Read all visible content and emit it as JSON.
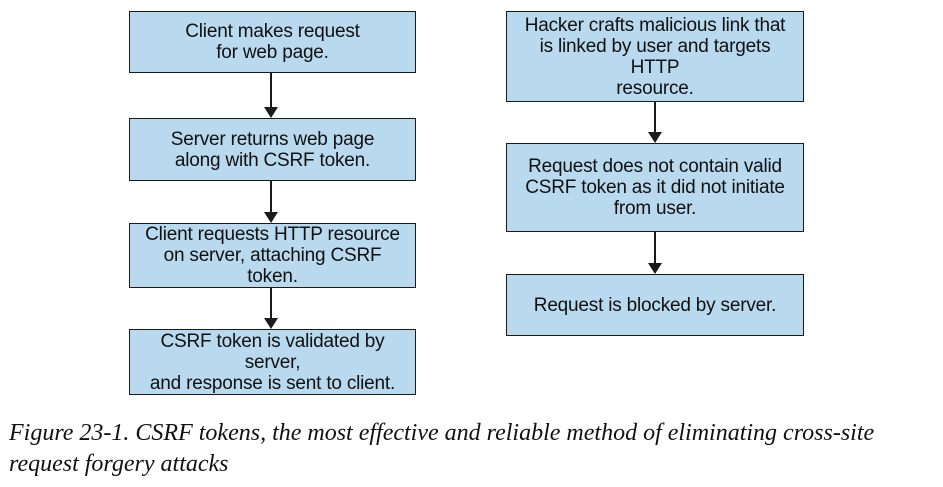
{
  "diagram": {
    "left_column": [
      {
        "id": "client-request",
        "text": "Client makes request\nfor web page."
      },
      {
        "id": "server-returns",
        "text": "Server returns web page\nalong with CSRF token."
      },
      {
        "id": "client-requests-resource",
        "text": "Client requests HTTP resource\non server, attaching CSRF token."
      },
      {
        "id": "token-validated",
        "text": "CSRF token is validated by server,\nand response is sent to client."
      }
    ],
    "right_column": [
      {
        "id": "hacker-crafts",
        "text": "Hacker crafts malicious link that\nis linked by user and targets HTTP\nresource."
      },
      {
        "id": "no-valid-token",
        "text": "Request does not contain valid\nCSRF token as it did not initiate\nfrom user."
      },
      {
        "id": "request-blocked",
        "text": "Request is blocked by server."
      }
    ],
    "colors": {
      "box_fill": "#b8d9ee",
      "box_border": "#1a1a1a",
      "arrow": "#1a1a1a"
    }
  },
  "caption": "Figure 23-1. CSRF tokens, the most effective and reliable method of eliminating cross-site request forgery attacks"
}
